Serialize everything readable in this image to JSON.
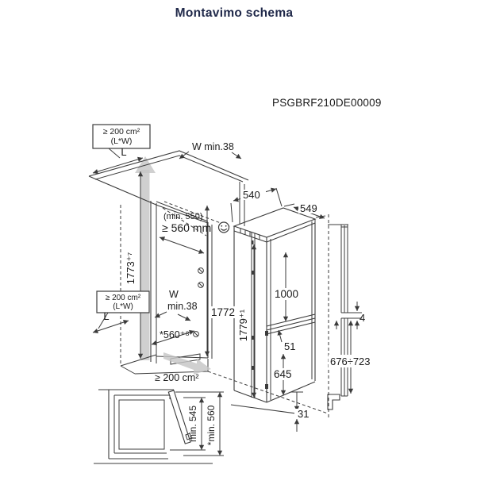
{
  "page": {
    "title": "Montavimo schema",
    "model_code": "PSGBRF210DE00009"
  },
  "diagram": {
    "vent_box_top": {
      "line1": "≥ 200 cm²",
      "line2": "(L*W)"
    },
    "vent_box_left": {
      "line1": "≥ 200 cm²",
      "line2": "(L*W)"
    },
    "vent_bottom_label": "≥ 200 cm²",
    "length_label_top": "L",
    "length_label_left": "L",
    "wall_min_top": "W min.38",
    "wall_min_left_line1": "W",
    "wall_min_left_line2": "min.38",
    "width_540": "540",
    "depth_549": "549",
    "niche_depth_note": "(min. 550)",
    "niche_depth": "≥ 560 mm",
    "niche_height": "1773⁺⁷",
    "inner_height": "1772",
    "niche_depth_alt": "*560⁺⁸",
    "appliance_height": "1779⁺¹",
    "upper_door": "1000",
    "gap_51": "51",
    "panel_gap_4": "4",
    "lower_panel_range": "676÷723",
    "lower_door": "645",
    "bottom_gap_31": "31",
    "door_clearance_545": "min. 545",
    "door_clearance_560": "*min. 560"
  },
  "colors": {
    "title": "#20294a",
    "line": "#3b3b3b",
    "vent_arrow": "#c6c6c6"
  }
}
